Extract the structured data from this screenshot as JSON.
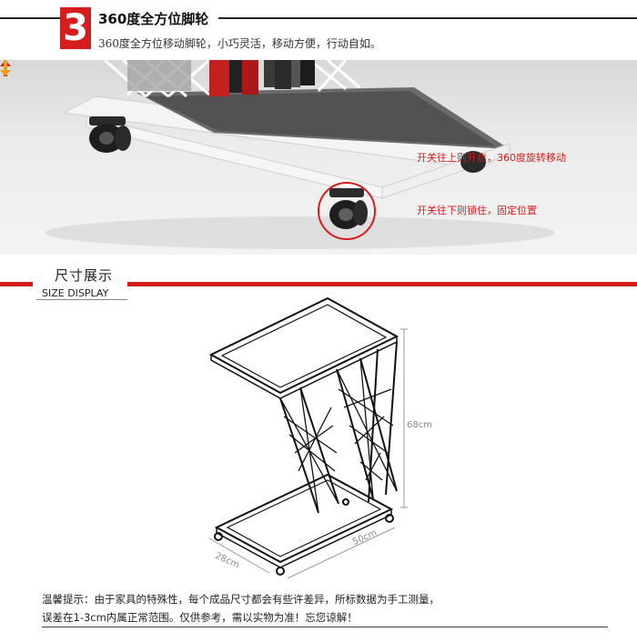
{
  "section3": {
    "number": "3",
    "title": "360度全方位脚轮",
    "subtitle": "360度全方位移动脚轮，小巧灵活，移动方便，行动自如。"
  },
  "photo": {
    "annotation_up": "开关往上则开启，360度旋转移动",
    "annotation_down": "开关往下则锁住，固定位置"
  },
  "size_section": {
    "title_cn": "尺寸展示",
    "title_en": "SIZE DISPLAY"
  },
  "dimensions": {
    "height": "68cm",
    "width": "50cm",
    "depth": "28cm"
  },
  "note": {
    "line1": "温馨提示：由于家具的特殊性，每个成品尺寸都会有些许差异，所标数据为手工测量，",
    "line2": "误差在1-3cm内属正常范围。仅供参考，需以实物为准！忘您谅解！"
  },
  "colors": {
    "accent_red": "#d61d1d",
    "frame_white": "#f5f5f5",
    "glass_dark": "#5a5a5a"
  }
}
